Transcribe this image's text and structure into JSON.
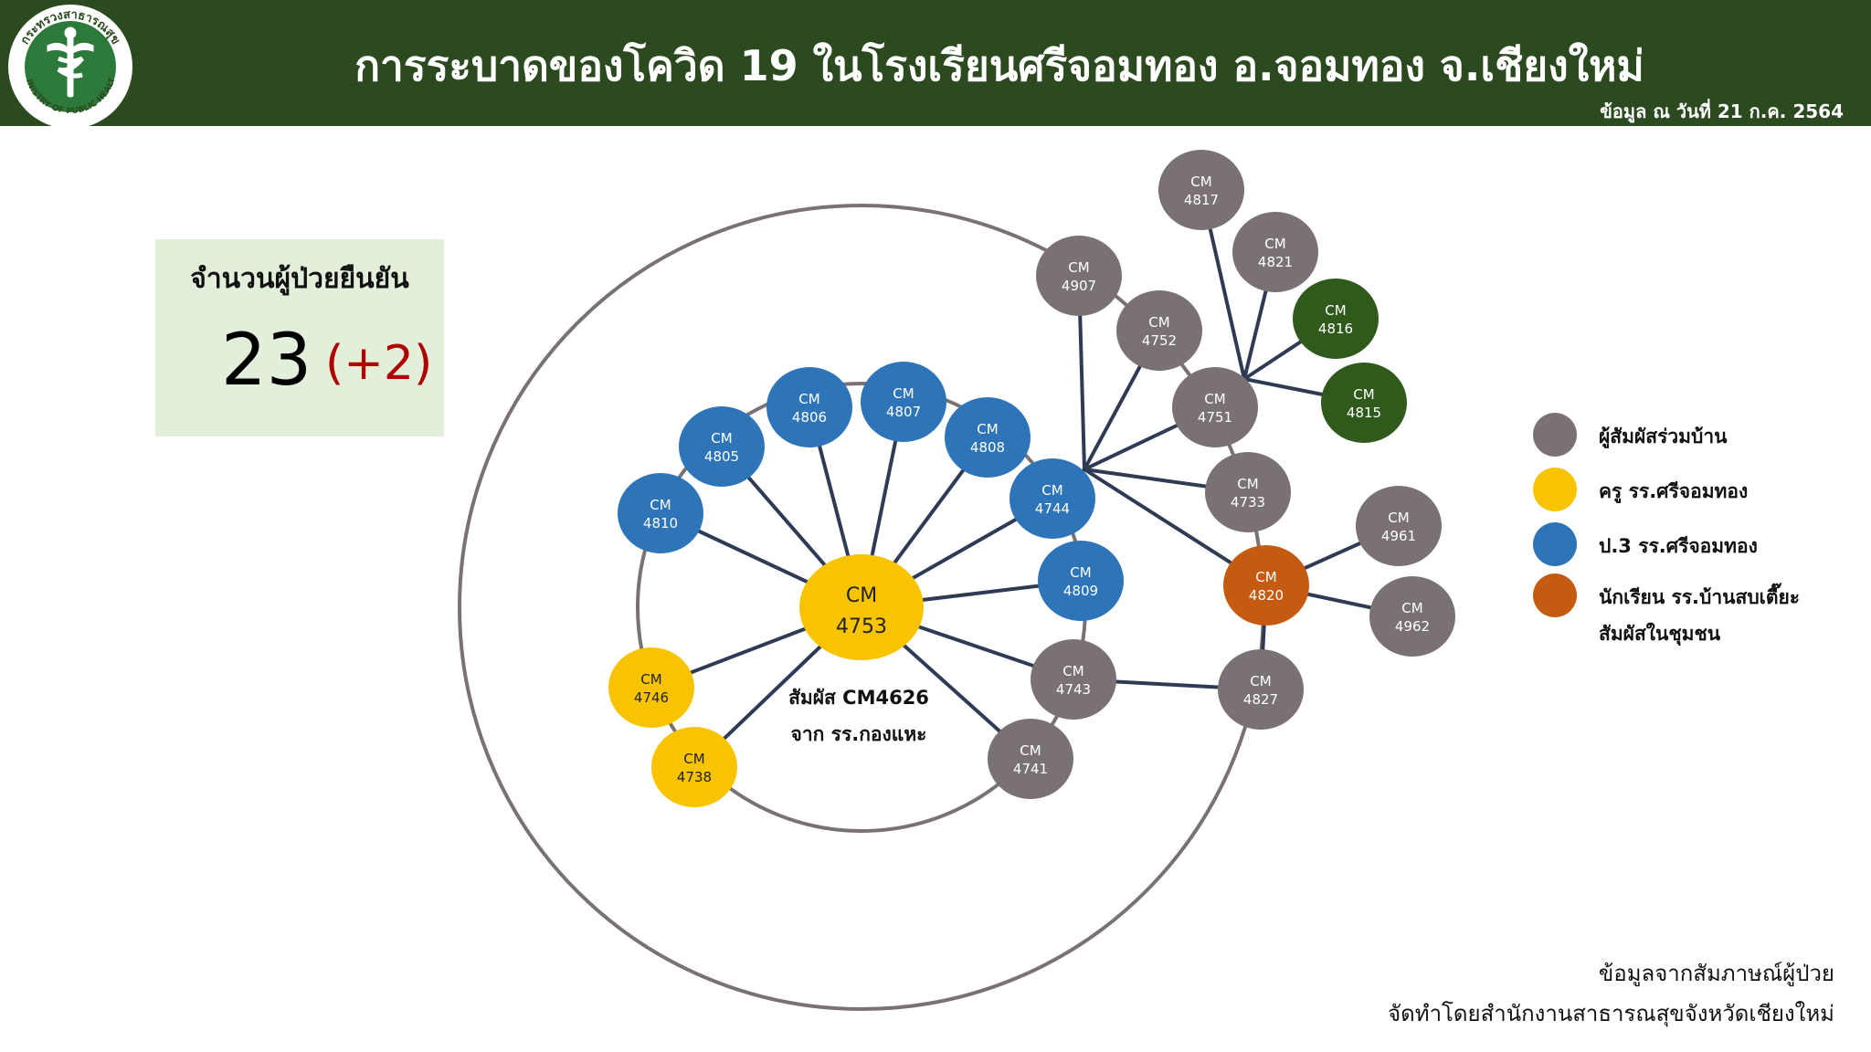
{
  "header": {
    "title": "การระบาดของโควิด 19 ในโรงเรียนศรีจอมทอง อ.จอมทอง จ.เชียงใหม่",
    "date": "ข้อมูล ณ วันที่ 21 ก.ค. 2564",
    "logo": {
      "icon": "caduceus-icon",
      "text_top": "กระทรวงสาธารณสุข",
      "text_bottom": "MINISTRY OF PUBLIC HEALTH"
    }
  },
  "summary": {
    "label": "จำนวนผู้ป่วยยืนยัน",
    "count": "23",
    "increase": "(+2)"
  },
  "diagram": {
    "center_note": [
      "สัมผัส CM4626",
      "จาก รร.กองแหะ"
    ],
    "categories": {
      "household": {
        "label": "ผู้สัมผัสร่วมบ้าน",
        "color": "#7a7272"
      },
      "teacher": {
        "label": "ครู รร.ศรีจอมทอง",
        "color": "#f8c300"
      },
      "student_p3": {
        "label": "ป.3 รร.ศรีจอมทอง",
        "color": "#2e74b8"
      },
      "student_other": {
        "label": "นักเรียน รร.บ้านสบเตี๊ยะ",
        "color": "#c55a11"
      },
      "community": {
        "label": "สัมผัสในชุมชน",
        "color": "#2f5a1c"
      }
    },
    "nodes": [
      {
        "id": "4753",
        "prefix": "CM",
        "number": "4753",
        "category": "teacher",
        "size": "large"
      },
      {
        "id": "4810",
        "prefix": "CM",
        "number": "4810",
        "category": "student_p3"
      },
      {
        "id": "4805",
        "prefix": "CM",
        "number": "4805",
        "category": "student_p3"
      },
      {
        "id": "4806",
        "prefix": "CM",
        "number": "4806",
        "category": "student_p3"
      },
      {
        "id": "4807",
        "prefix": "CM",
        "number": "4807",
        "category": "student_p3"
      },
      {
        "id": "4808",
        "prefix": "CM",
        "number": "4808",
        "category": "student_p3"
      },
      {
        "id": "4744",
        "prefix": "CM",
        "number": "4744",
        "category": "student_p3"
      },
      {
        "id": "4809",
        "prefix": "CM",
        "number": "4809",
        "category": "student_p3"
      },
      {
        "id": "4746",
        "prefix": "CM",
        "number": "4746",
        "category": "teacher"
      },
      {
        "id": "4738",
        "prefix": "CM",
        "number": "4738",
        "category": "teacher"
      },
      {
        "id": "4743",
        "prefix": "CM",
        "number": "4743",
        "category": "household"
      },
      {
        "id": "4741",
        "prefix": "CM",
        "number": "4741",
        "category": "household"
      },
      {
        "id": "4827",
        "prefix": "CM",
        "number": "4827",
        "category": "household"
      },
      {
        "id": "4820",
        "prefix": "CM",
        "number": "4820",
        "category": "student_other"
      },
      {
        "id": "4961",
        "prefix": "CM",
        "number": "4961",
        "category": "household"
      },
      {
        "id": "4962",
        "prefix": "CM",
        "number": "4962",
        "category": "household"
      },
      {
        "id": "4733",
        "prefix": "CM",
        "number": "4733",
        "category": "household"
      },
      {
        "id": "4751",
        "prefix": "CM",
        "number": "4751",
        "category": "household"
      },
      {
        "id": "4752",
        "prefix": "CM",
        "number": "4752",
        "category": "household"
      },
      {
        "id": "4907",
        "prefix": "CM",
        "number": "4907",
        "category": "household"
      },
      {
        "id": "4817",
        "prefix": "CM",
        "number": "4817",
        "category": "household"
      },
      {
        "id": "4821",
        "prefix": "CM",
        "number": "4821",
        "category": "household"
      },
      {
        "id": "4816",
        "prefix": "CM",
        "number": "4816",
        "category": "community"
      },
      {
        "id": "4815",
        "prefix": "CM",
        "number": "4815",
        "category": "community"
      }
    ],
    "edges": [
      [
        "4753",
        "4810"
      ],
      [
        "4753",
        "4805"
      ],
      [
        "4753",
        "4806"
      ],
      [
        "4753",
        "4807"
      ],
      [
        "4753",
        "4808"
      ],
      [
        "4753",
        "4744"
      ],
      [
        "4753",
        "4809"
      ],
      [
        "4753",
        "4746"
      ],
      [
        "4753",
        "4738"
      ],
      [
        "4753",
        "4743"
      ],
      [
        "4753",
        "4741"
      ],
      [
        "4743",
        "4827"
      ],
      [
        "4827",
        "4820"
      ],
      [
        "4820",
        "4961"
      ],
      [
        "4820",
        "4962"
      ],
      [
        "4744",
        "hubA"
      ],
      [
        "hubA",
        "4907"
      ],
      [
        "hubA",
        "4752"
      ],
      [
        "hubA",
        "4751"
      ],
      [
        "hubA",
        "4733"
      ],
      [
        "hubA",
        "4820"
      ],
      [
        "4751",
        "hubB"
      ],
      [
        "hubB",
        "4817"
      ],
      [
        "hubB",
        "4821"
      ],
      [
        "hubB",
        "4816"
      ],
      [
        "hubB",
        "4815"
      ]
    ]
  },
  "footer": {
    "line1": "ข้อมูลจากสัมภาษณ์ผู้ป่วย",
    "line2": "จัดทำโดยสำนักงานสาธารณสุขจังหวัดเชียงใหม่"
  }
}
